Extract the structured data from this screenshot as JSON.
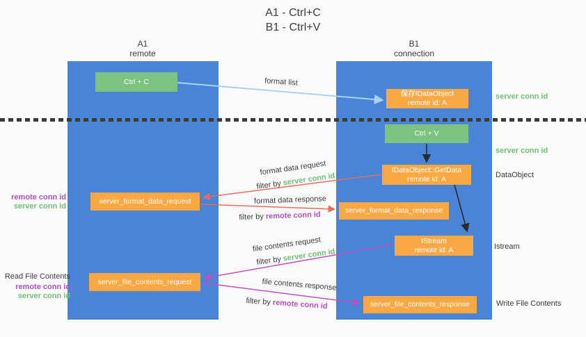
{
  "title": {
    "line1": "A1 - Ctrl+C",
    "line2": "B1 - Ctrl+V"
  },
  "columns": {
    "left": {
      "name": "A1",
      "role": "remote"
    },
    "right": {
      "name": "B1",
      "role": "connection"
    }
  },
  "nodes": {
    "ctrl_c": {
      "label": "Ctrl + C"
    },
    "save_idataobject": {
      "line1": "保存IDataObject",
      "line2": "remote id: A"
    },
    "ctrl_v": {
      "label": "Ctrl + V"
    },
    "getdata": {
      "line1": "IDataObject::GetData",
      "line2": "remote id: A"
    },
    "format_request": {
      "label": "server_format_data_request"
    },
    "format_response": {
      "label": "server_format_data_response"
    },
    "istream": {
      "line1": "IStream",
      "line2": "remote id: A"
    },
    "file_request": {
      "label": "server_file_contents_request"
    },
    "file_response": {
      "label": "server_file_contents_response"
    }
  },
  "arrow_labels": {
    "format_list": "format list",
    "format_data_request": "format data request",
    "format_data_response": "format data response",
    "file_contents_request": "file contents request",
    "file_contents_response": "file contents response",
    "filter_prefix": "filter by ",
    "server_conn_id": "server conn id",
    "remote_conn_id": "remote conn id"
  },
  "side_labels": {
    "server_conn_id_top": "server conn id",
    "server_conn_id_mid": "server conn id",
    "dataobject": "DataObject",
    "istream": "Istream",
    "write_file_contents": "Write File Contents",
    "read_file_contents": "Read File Contents",
    "remote_conn_id": "remote conn id",
    "server_conn_id": "server conn id"
  },
  "colors": {
    "column_blue": "#4a84d6",
    "box_green": "#7cc381",
    "box_orange": "#f9a843",
    "arrow_red": "#e96b5e",
    "arrow_magenta": "#c150c1",
    "arrow_lightblue": "#a5d3f0",
    "arrow_black": "#2b2b2b",
    "text_green": "#6fbf74",
    "text_purple": "#b04fc4",
    "text_dark": "#3c3c3c"
  }
}
